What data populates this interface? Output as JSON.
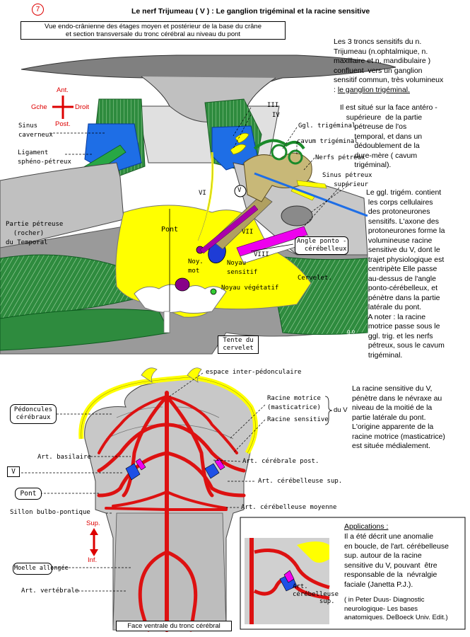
{
  "page_number": "7",
  "title": "Le nerf Trijumeau ( V ) :  Le ganglion trigéminal et la racine sensitive",
  "top_caption": "Vue endo-crânienne des étages moyen et postérieur de la base du crâne\net section transversale du tronc cérébral au niveau du pont",
  "orientation_top": {
    "ant": "Ant.",
    "post": "Post.",
    "left": "Gche",
    "right": "Droit"
  },
  "orientation_bottom": {
    "sup": "Sup.",
    "inf": "Inf."
  },
  "upper_labels": {
    "sinus_caverneux": "Sinus\ncaverneux",
    "ligament": "Ligament\nsphéno-pétreux",
    "partie_petreuse": "Partie pétreuse\n  (rocher)\ndu Temporal",
    "III": "III",
    "IV": "IV",
    "VI": "VI",
    "V": "V",
    "VII": "VII",
    "VIII": "VIII",
    "ggl_trigeminal": "Ggl. trigéminal",
    "cavum": "cavum trigéminal",
    "nerfs_petreux": "Nerfs pétreux",
    "sinus_petreux": "Sinus pétreux\n   supérieur",
    "angle": "Angle ponto -\n  cérébelleux",
    "pont": "Pont",
    "noy_mot": "Noy.\nmot",
    "noyau_sensitif": "Noyau\nsensitif",
    "noyau_vegetatif": "Noyau végétatif",
    "cervelet": "Cervelet.",
    "tente": "Tente du\ncervelet",
    "signature": "g.o"
  },
  "lower_labels": {
    "espace": "espace inter-pédonculaire",
    "racine_motrice": "Racine motrice\n(masticatrice)",
    "racine_sensitive": "Racine sensitive",
    "du_v": "du V",
    "pedoncules": "Pédoncules\ncérébraux",
    "art_basilaire": "Art. basilaire",
    "art_cerebrale": "Art. cérébrale post.",
    "v_box": "V",
    "art_cerebelleuse_sup": "Art. cérébelleuse sup.",
    "pont_box": "Pont",
    "sillon": "Sillon bulbo-pontique",
    "art_cerebelleuse_moy": "Art. cérébelleuse moyenne",
    "moelle": "Moelle allongée",
    "art_vertebrale": "Art. vertébrale",
    "face_ventrale": "Face ventrale du tronc cérébral",
    "inset_label": "Art.\ncérébelleuse\n       sup."
  },
  "texts": {
    "para1_a": "Les 3 troncs sensitifs du n.\nTrijumeau (n.ophtalmique, n.\nmaxillaire et n. mandibulaire )\nconfluent  vers un ganglion\nsensitif commun, très volumineux\n: ",
    "para1_b": "le ganglion trigéminal.",
    "para2": "Il est situé sur la face antéro -\n   supérieure  de la partie\n       pétreuse de l'os\n       temporal, et dans un\n       dédoublement de la\n       dure-mère ( cavum\n       trigéminal).",
    "para3": "Le ggl. trigém. contient\n les corps cellulaires\n des protoneurones\n sensitifs. L'axone des\n protoneurones forme la\n volumineuse racine\n sensitive du V, dont le\n trajet physiologique est\n centripète Elle passe\n au-dessus de l'angle\n ponto-cérébelleux, et\n pénètre dans la partie\n latérale du pont.\n A noter : la racine\n motrice passe sous le\n ggl. trig. et les nerfs\n pétreux, sous le cavum\n trigéminal.",
    "para4": "La racine sensitive du V,\npénètre dans le névraxe au\nniveau de la moitié de la\npartie latérale du pont.\nL'origine apparente de la\nracine motrice (masticatrice)\nest située médialement.",
    "app_title": "Applications :",
    "app_body": "Il a été décrit une anomalie\nen boucle, de l'art. cérébelleuse\nsup. autour de la racine\nsensitive du V, pouvant  être\nresponsable de la  névralgie\nfaciale (Janetta P.J.).",
    "app_ref": "( in Peter Duus- Diagnostic\nneurologique- Les bases\nanatomiques. DeBoeck Univ. Edit.)"
  },
  "colors": {
    "bone": "#c0c0c0",
    "dark_bone": "#808080",
    "dura_green": "#2e8b3e",
    "sinus_blue": "#1e6ee6",
    "pons_yellow": "#ffff00",
    "artery_red": "#dd1111",
    "motor_magenta": "#ee00ee",
    "sensory_blue": "#1e50e6"
  }
}
